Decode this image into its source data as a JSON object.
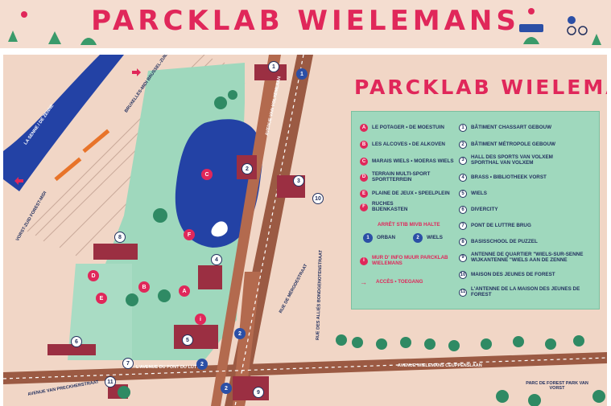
{
  "banner": {
    "title": "PARCKLAB WIELEMANS"
  },
  "map_title": "PARCKLAB WIELEMANS",
  "legend": {
    "letters": [
      {
        "mark": "A",
        "label": "LE POTAGER • DE MOESTUIN"
      },
      {
        "mark": "B",
        "label": "LES ALCOVES • DE ALKOVEN"
      },
      {
        "mark": "C",
        "label": "MARAIS WIELS • MOERAS WIELS"
      },
      {
        "mark": "D",
        "label": "TERRAIN MULTI-SPORT SPORTTERREIN"
      },
      {
        "mark": "E",
        "label": "PLAINE DE JEUX • SPEELPLEIN"
      },
      {
        "mark": "F",
        "label": "RUCHES BIJENKASTEN"
      }
    ],
    "stib_title": "ARRÊT STIB MIVB HALTE",
    "stib_items": [
      {
        "mark": "1",
        "label": "ORBAN"
      },
      {
        "mark": "2",
        "label": "WIELS"
      }
    ],
    "info": {
      "mark": "i",
      "label": "MUR D' INFO MUUR PARCKLAB WIELEMANS"
    },
    "access": {
      "mark": "→",
      "label": "ACCÈS • TOEGANG"
    },
    "numbers": [
      {
        "mark": "1",
        "label": "BÂTIMENT CHASSART GEBOUW"
      },
      {
        "mark": "2",
        "label": "BÂTIMENT MÉTROPOLE GEBOUW"
      },
      {
        "mark": "3",
        "label": "HALL DES SPORTS VAN VOLXEM SPORTHAL VAN VOLXEM"
      },
      {
        "mark": "4",
        "label": "BRASS • BIBLIOTHEEK VORST"
      },
      {
        "mark": "5",
        "label": "WIELS"
      },
      {
        "mark": "6",
        "label": "DIVERCITY"
      },
      {
        "mark": "7",
        "label": "PONT DE LUTTRE BRUG"
      },
      {
        "mark": "8",
        "label": "BASISSCHOOL DE PUZZEL"
      },
      {
        "mark": "9",
        "label": "ANTENNE DE QUARTIER \"WIELS-SUR-SENNE WIJKANTENNE \"WIELS AAN DE ZENNE"
      },
      {
        "mark": "10",
        "label": "MAISON DES JEUNES DE FOREST"
      },
      {
        "mark": "11",
        "label": "L'ANTENNE DE LA MAISON DES JEUNES DE FOREST"
      }
    ]
  },
  "streets": {
    "volxem": "AVENUE VAN VOLXEMLAAN",
    "wielemans": "AVENUE WIELEMANS CEUPPENSLAAN",
    "pont_luttre": "L'AVENUE DU PONT DU LUTTRE",
    "allies": "RUE DES ALLIÉS BONDGENOTENSTRAAT",
    "merode": "RUE DE MÉRODESTRAAT",
    "sennes": "LA SENNE / DE ZENNE",
    "bxl_midi": "BRUXELLES-MIDI BRUSSEL-ZUID",
    "vorst_zuid": "VORST-ZUID FOREST-MIDI",
    "preckher": "AVENUE VAN PRECKHERSTRAAT",
    "forest_park": "PARC DE FOREST PARK VAN VORST"
  },
  "colors": {
    "red": "#e0275a",
    "navy": "#23315f",
    "green": "#9fd8bd",
    "road": "#9b5a43",
    "water": "#2342a5",
    "sand": "#f1d6c6"
  }
}
